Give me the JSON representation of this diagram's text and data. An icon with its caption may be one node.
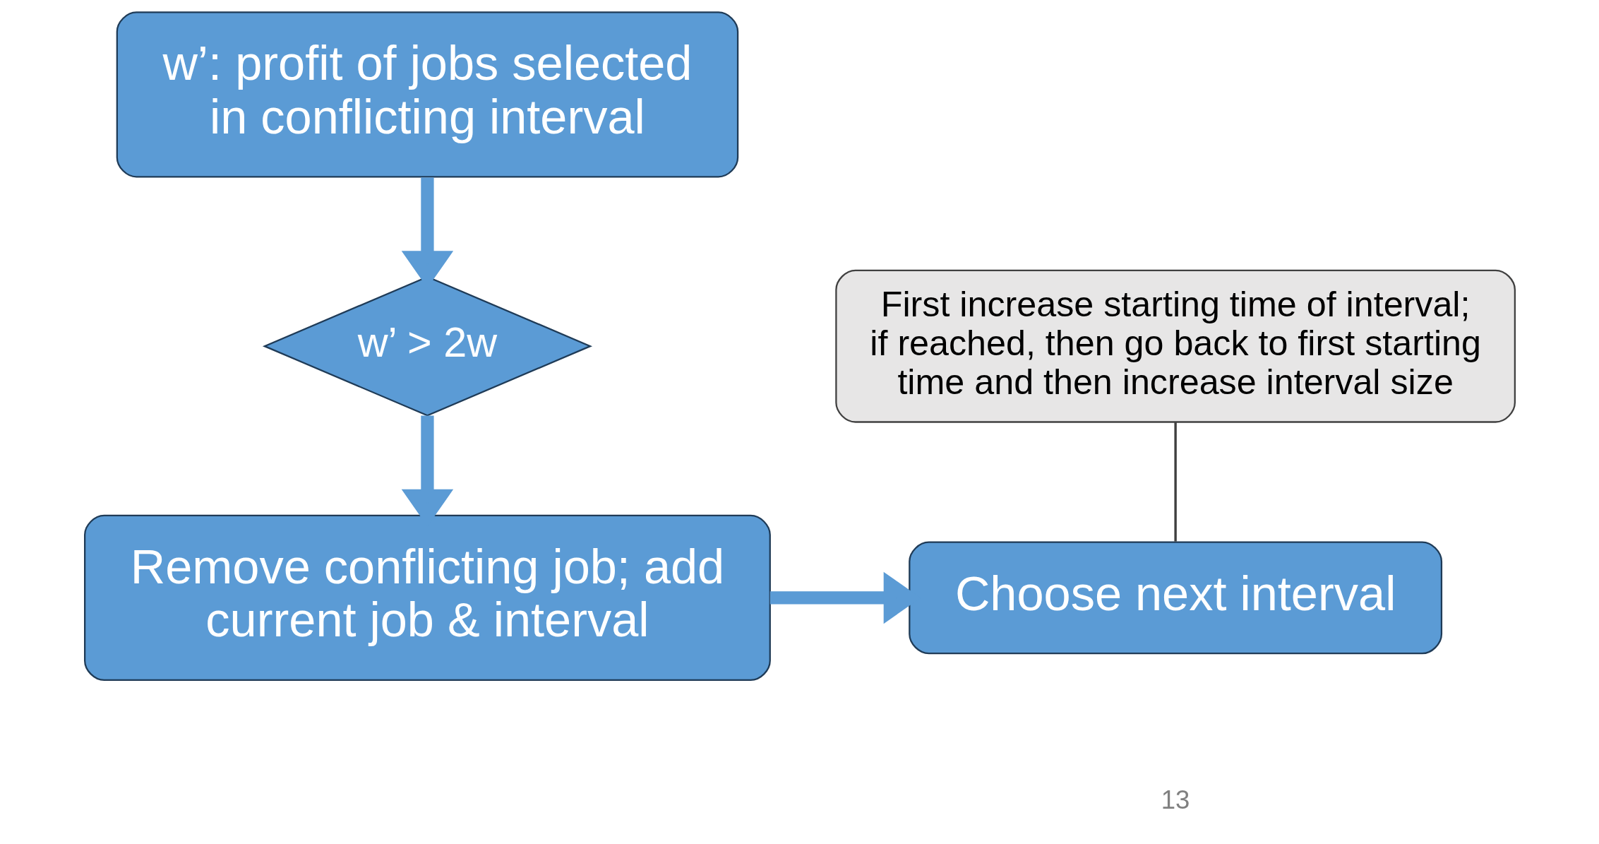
{
  "diagram": {
    "nodes": [
      {
        "text": [
          "w’: profit of jobs selected in conflicting interval"
        ]
      },
      {
        "text": [
          "w’ > 2w"
        ]
      },
      {
        "text": [
          "Remove conflicting job; add current job & interval"
        ]
      },
      {
        "text": [
          "Choose next interval"
        ]
      },
      {
        "text": [
          "First increase starting time of interval; if reached, then go back to first starting time and then increase interval size"
        ]
      }
    ],
    "edges": [
      {
        "from": 0,
        "to": 1,
        "arrow": "to"
      },
      {
        "from": 1,
        "to": 2,
        "arrow": "to"
      },
      {
        "from": 2,
        "to": 3,
        "arrow": "to"
      },
      {
        "from": 4,
        "to": 3,
        "arrow": "none",
        "color": "#404040"
      }
    ],
    "labels": [
      "13"
    ]
  }
}
